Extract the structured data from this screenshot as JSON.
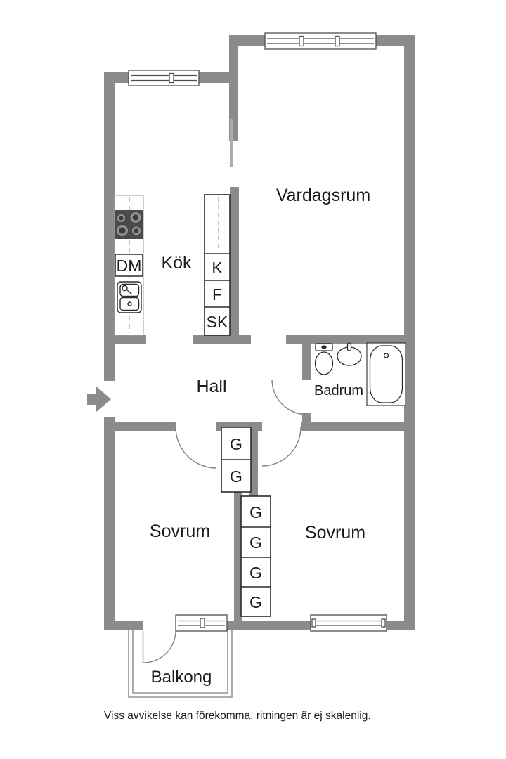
{
  "colors": {
    "wall": "#8b8b8b",
    "thin_wall": "#ababab",
    "window_frame": "#4f4f4f",
    "outline": "#2b2b2b",
    "door_arc": "#828282",
    "balcony_line": "#7d7d7d",
    "dash": "#9e9e9e",
    "stove": "#4a4a4a",
    "burner_ring": "#949494",
    "burner_center": "#3c3c3c",
    "label": "#1b1b1b",
    "note": "#3a3a3a"
  },
  "rooms": {
    "vardagsrum": "Vardagsrum",
    "kok": "Kök",
    "hall": "Hall",
    "badrum": "Badrum",
    "sovrum_left": "Sovrum",
    "sovrum_right": "Sovrum",
    "balkong": "Balkong"
  },
  "fixtures": {
    "dm": "DM",
    "k": "K",
    "f": "F",
    "sk": "SK",
    "g_hall": [
      "G",
      "G"
    ],
    "g_bedroom": [
      "G",
      "G",
      "G",
      "G"
    ]
  },
  "footer": {
    "disclaimer": "Viss avvikelse kan förekomma, ritningen är ej skalenlig."
  }
}
